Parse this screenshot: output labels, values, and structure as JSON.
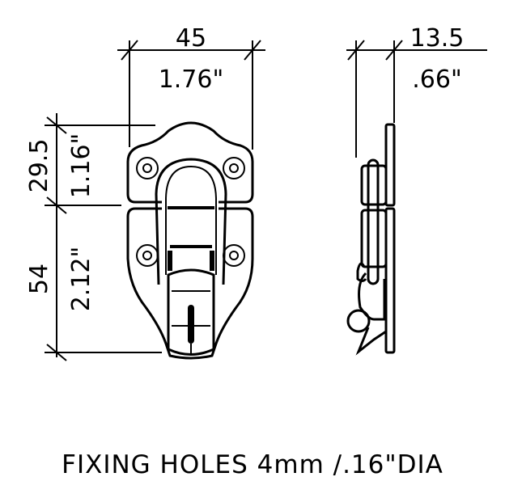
{
  "dimensions": {
    "width_mm": "45",
    "width_in": "1.76\"",
    "depth_mm": "13.5",
    "depth_in": ".66\"",
    "upper_height_mm": "29.5",
    "upper_height_in": "1.16\"",
    "lower_height_mm": "54",
    "lower_height_in": "2.12\""
  },
  "caption": "FIXING HOLES  4mm /.16\"DIA"
}
